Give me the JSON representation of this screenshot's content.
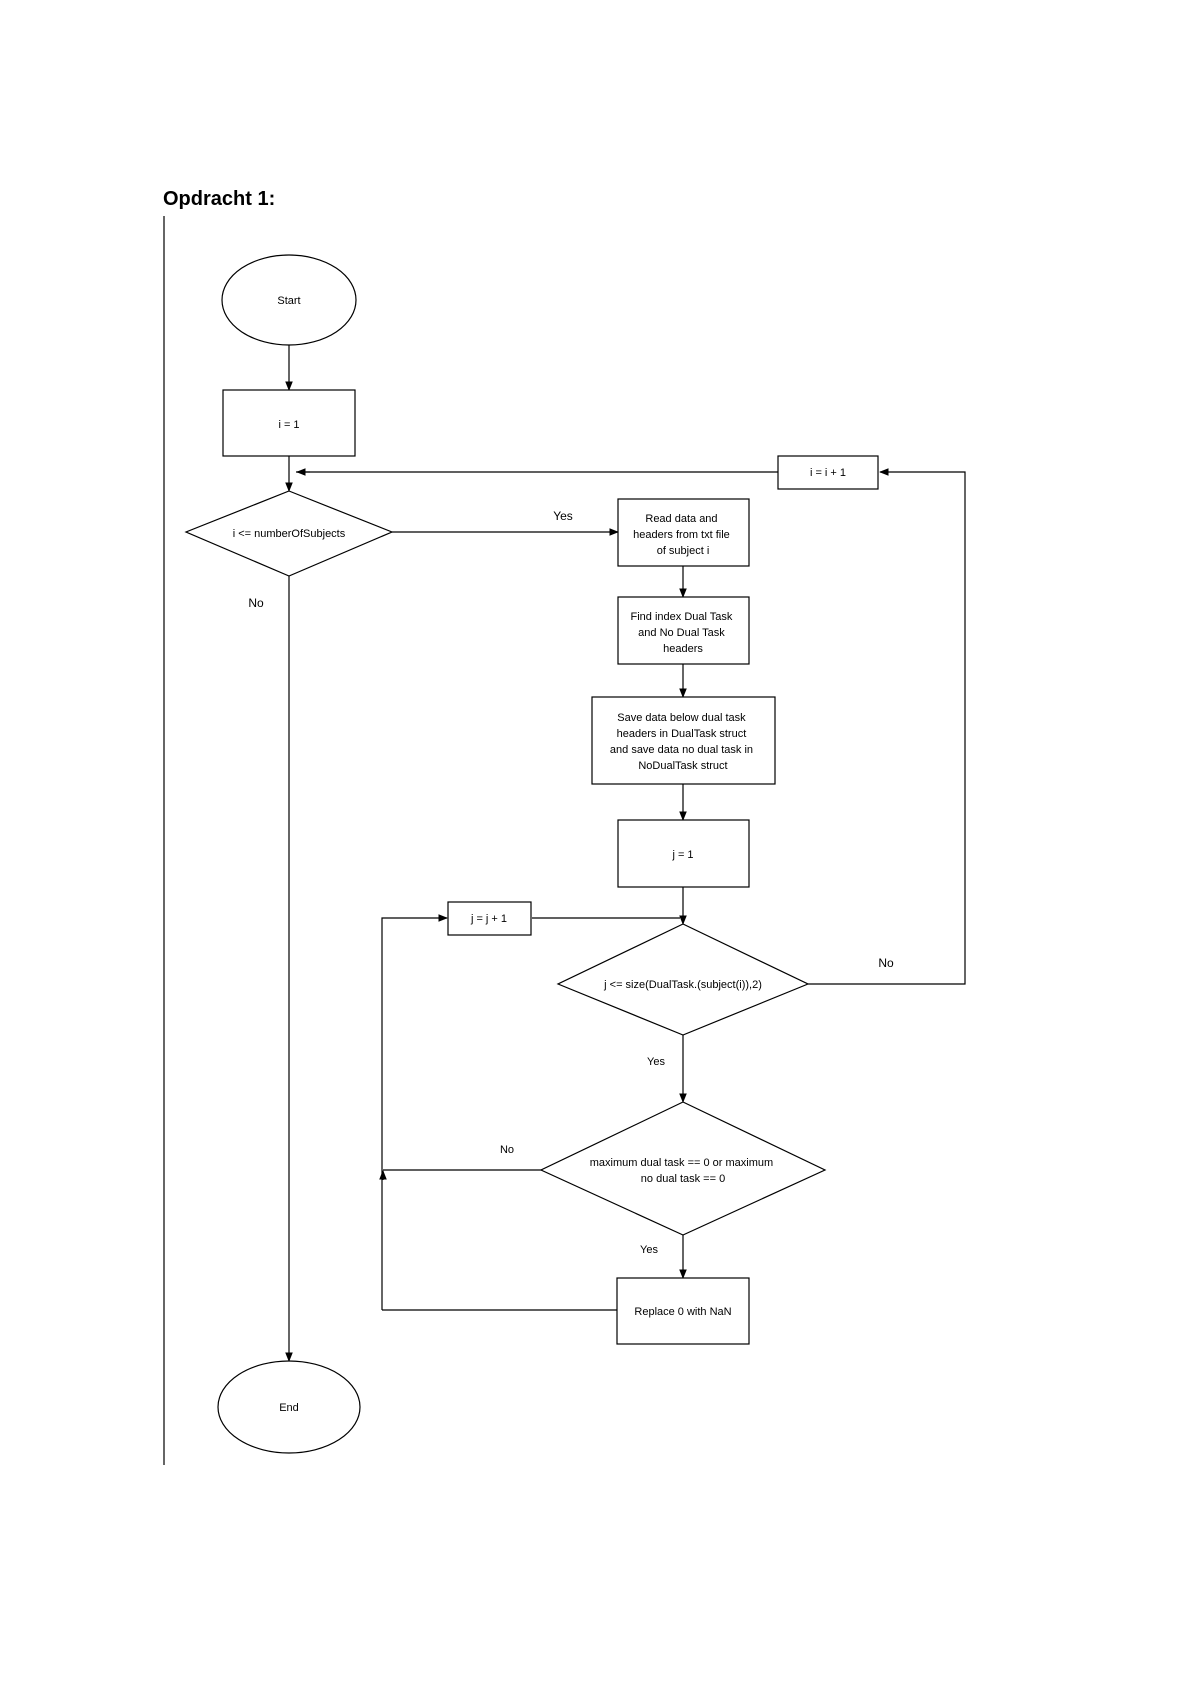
{
  "title": "Opdracht 1:",
  "nodes": {
    "start": "Start",
    "init_i": "i = 1",
    "cond_i": "i <= numberOfSubjects",
    "inc_i": "i = i + 1",
    "read": [
      "Read data and",
      "headers from txt file",
      "of subject i"
    ],
    "find": [
      "Find index Dual Task",
      "and No Dual Task",
      "headers"
    ],
    "save": [
      "Save data below dual task",
      "headers in DualTask struct",
      "and save data no dual task in",
      "NoDualTask struct"
    ],
    "init_j": "j = 1",
    "inc_j": "j = j + 1",
    "cond_j": "j <= size(DualTask.(subject(i)),2)",
    "cond_max": [
      "maximum dual task == 0 or maximum",
      "no dual task == 0"
    ],
    "replace": "Replace 0 with NaN",
    "end": "End"
  },
  "edge_labels": {
    "cond_i_yes": "Yes",
    "cond_i_no": "No",
    "cond_j_no": "No",
    "cond_j_yes": "Yes",
    "cond_max_no": "No",
    "cond_max_yes": "Yes"
  }
}
